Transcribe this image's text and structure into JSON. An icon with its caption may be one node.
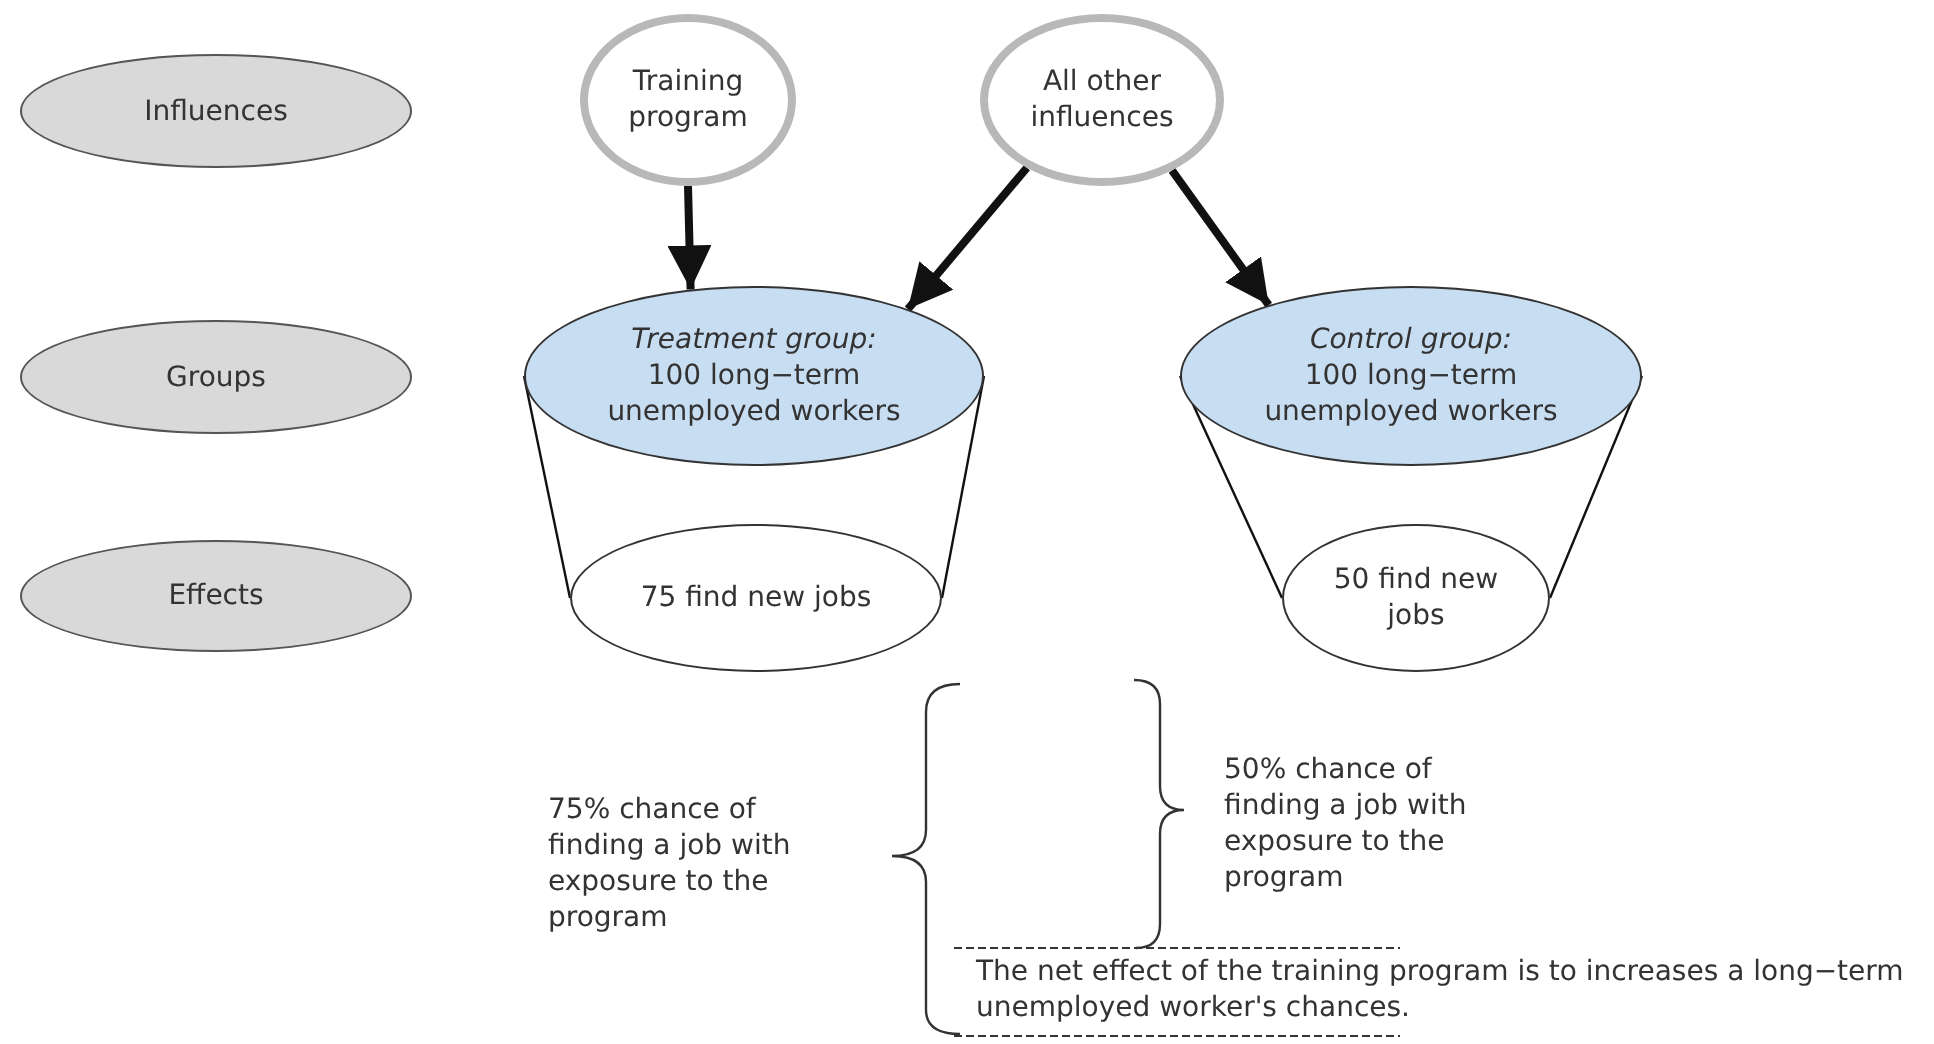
{
  "diagram": {
    "nodes": [
      {
        "text": [
          "Influences"
        ]
      },
      {
        "text": [
          "Groups"
        ]
      },
      {
        "text": [
          "Effects"
        ]
      },
      {
        "text": [
          "Training program"
        ]
      },
      {
        "text": [
          "All other influences"
        ]
      },
      {
        "text": [
          "Treatment group:",
          "100 long−term unemployed workers"
        ]
      },
      {
        "text": [
          "75 find new jobs"
        ]
      },
      {
        "text": [
          "Control group:",
          "100 long−term unemployed workers"
        ]
      },
      {
        "text": [
          "50 find new jobs"
        ]
      }
    ],
    "edges": [
      {
        "from": 3,
        "to": 5,
        "arrow": "to",
        "style": "thick"
      },
      {
        "from": 4,
        "to": 5,
        "arrow": "to",
        "style": "thick"
      },
      {
        "from": 4,
        "to": 7,
        "arrow": "to",
        "style": "thick"
      },
      {
        "from": 5,
        "to": 6,
        "arrow": "none"
      },
      {
        "from": 5,
        "to": 6,
        "arrow": "none"
      },
      {
        "from": 7,
        "to": 8,
        "arrow": "none"
      },
      {
        "from": 7,
        "to": 8,
        "arrow": "none"
      }
    ],
    "labels": [
      "75% chance of finding a job with exposure to the program",
      "50% chance of finding a job with exposure to the program",
      "The net effect of the training program is to increases a long−term unemployed worker's chances."
    ]
  }
}
